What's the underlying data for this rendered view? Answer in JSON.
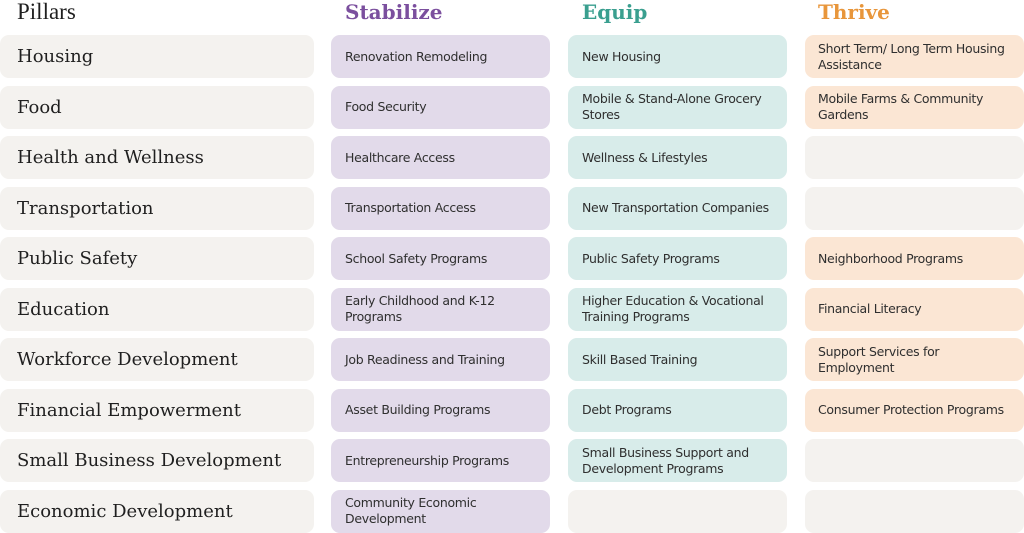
{
  "headers": {
    "pillars": "Pillars",
    "stabilize": "Stabilize",
    "equip": "Equip",
    "thrive": "Thrive"
  },
  "colors": {
    "stabilize_accent": "#7b4f9e",
    "equip_accent": "#3a9f8f",
    "thrive_accent": "#e8963b",
    "stabilize_cell": "#e2daea",
    "equip_cell": "#d8ecea",
    "thrive_cell": "#fbe6d4",
    "empty_cell": "#f4f2ef"
  },
  "rows": [
    {
      "pillar": "Housing",
      "stabilize": "Renovation Remodeling",
      "equip": "New Housing",
      "thrive": "Short Term/ Long Term Housing Assistance"
    },
    {
      "pillar": "Food",
      "stabilize": "Food Security",
      "equip": "Mobile & Stand-Alone Grocery Stores",
      "thrive": "Mobile Farms & Community Gardens"
    },
    {
      "pillar": "Health and Wellness",
      "stabilize": "Healthcare Access",
      "equip": "Wellness & Lifestyles",
      "thrive": ""
    },
    {
      "pillar": "Transportation",
      "stabilize": "Transportation Access",
      "equip": "New Transportation Companies",
      "thrive": ""
    },
    {
      "pillar": "Public Safety",
      "stabilize": "School Safety Programs",
      "equip": "Public Safety Programs",
      "thrive": "Neighborhood Programs"
    },
    {
      "pillar": "Education",
      "stabilize": "Early Childhood and K-12 Programs",
      "equip": "Higher Education & Vocational Training Programs",
      "thrive": "Financial Literacy"
    },
    {
      "pillar": "Workforce Development",
      "stabilize": "Job Readiness and Training",
      "equip": "Skill Based Training",
      "thrive": "Support Services for Employment"
    },
    {
      "pillar": "Financial Empowerment",
      "stabilize": "Asset Building Programs",
      "equip": "Debt Programs",
      "thrive": "Consumer Protection Programs"
    },
    {
      "pillar": "Small Business Development",
      "stabilize": "Entrepreneurship Programs",
      "equip": "Small Business Support and Development Programs",
      "thrive": ""
    },
    {
      "pillar": "Economic Development",
      "stabilize": "Community Economic Development",
      "equip": "",
      "thrive": ""
    }
  ]
}
